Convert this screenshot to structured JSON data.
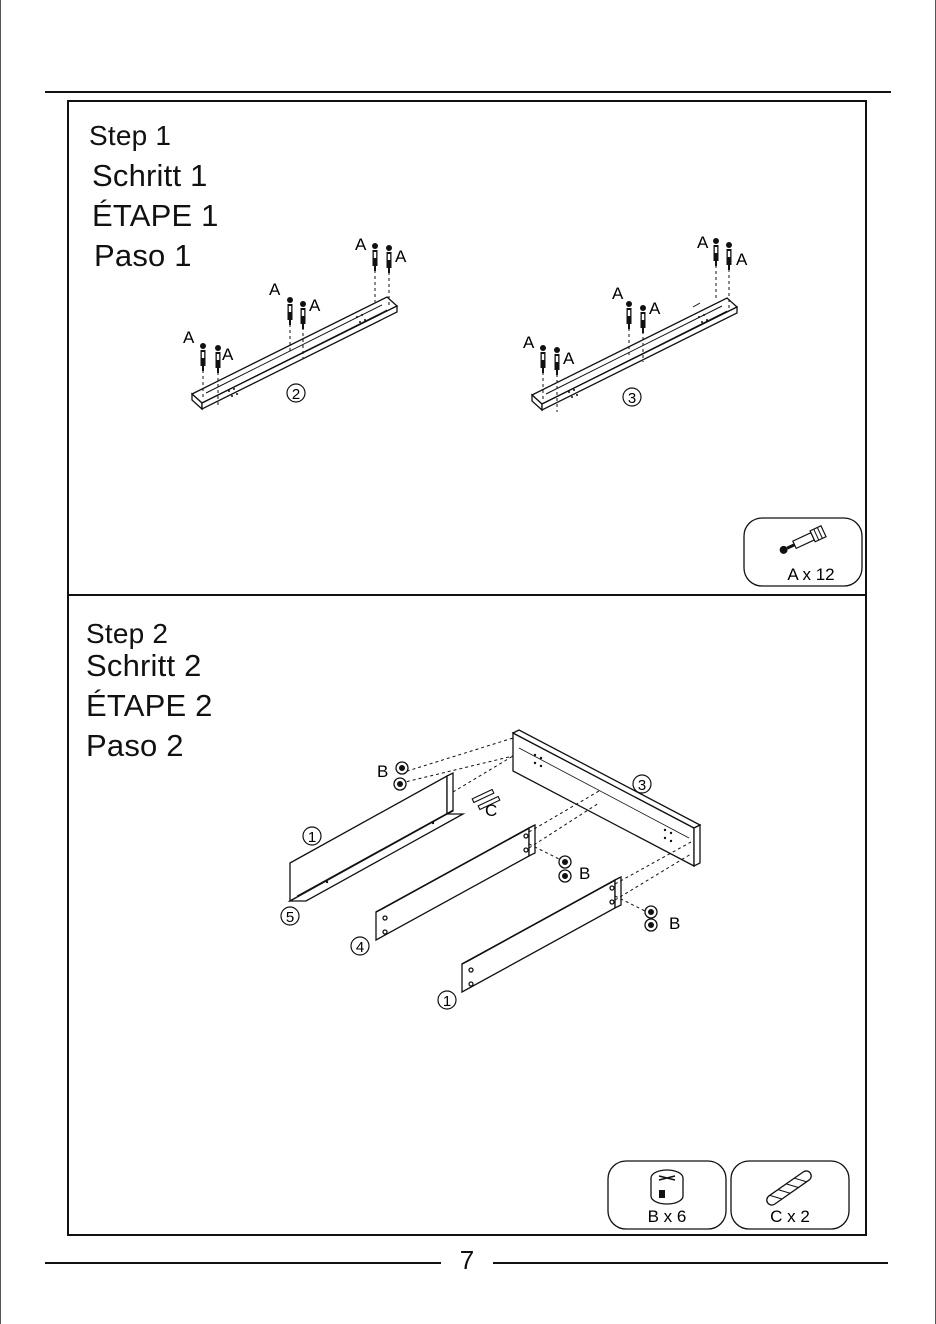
{
  "step1": {
    "titles": [
      "Step 1",
      "Schritt 1",
      "ÉTAPE 1",
      "Paso 1"
    ],
    "part_left": "2",
    "part_right": "3",
    "fastener_label": "A"
  },
  "step2": {
    "titles": [
      "Step 2",
      "Schritt 2",
      "ÉTAPE 2",
      "Paso 2"
    ],
    "parts": {
      "p1_top": "1",
      "p3": "3",
      "p5": "5",
      "p4": "4",
      "p1_bottom": "1"
    },
    "fastener_b": "B",
    "fastener_c": "C"
  },
  "hardware": {
    "a": "A x 12",
    "b": "B x 6",
    "c": "C x 2"
  },
  "page_number": "7"
}
